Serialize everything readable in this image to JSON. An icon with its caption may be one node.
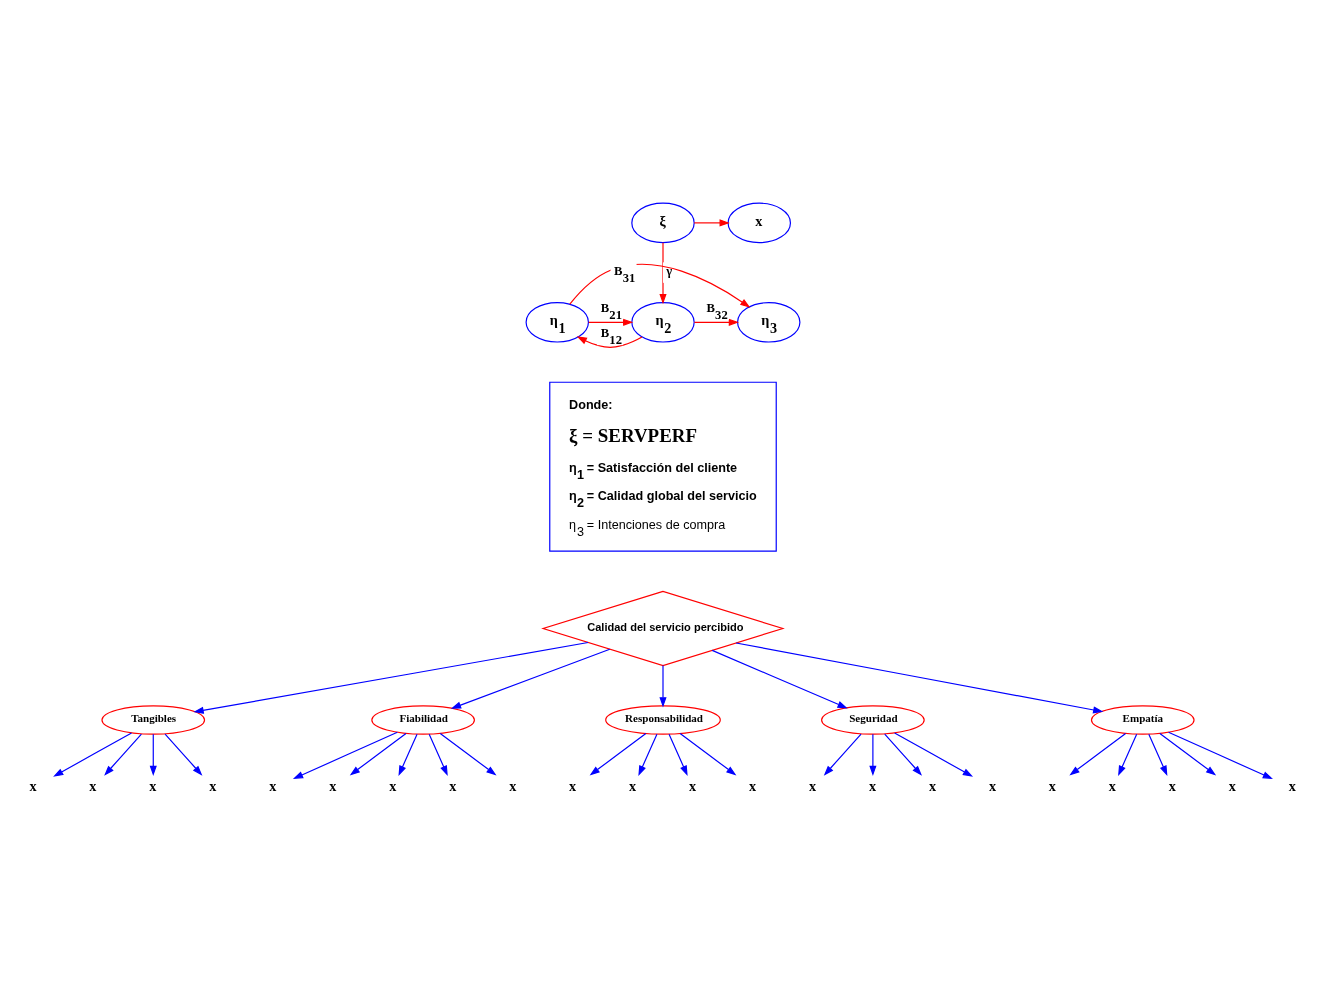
{
  "diagram": {
    "nodes": [
      {
        "text": [
          "ξ"
        ]
      },
      {
        "text": [
          "x"
        ]
      },
      {
        "text": [
          "η$_{1}$"
        ]
      },
      {
        "text": [
          "η$_{2}$"
        ]
      },
      {
        "text": [
          "η$_{3}$"
        ]
      },
      {
        "text": [
          "Donde:",
          "ξ = SERVPERF",
          "η$_{1}$ = Satisfacción del cliente",
          "η$_{2}$ = Calidad global del servicio",
          "η$_{3}$ = Intenciones de compra"
        ]
      },
      {
        "text": [
          "Calidad del servicio percibido"
        ]
      },
      {
        "text": [
          "Tangibles"
        ]
      },
      {
        "text": [
          "Fiabilidad"
        ]
      },
      {
        "text": [
          "Responsabilidad"
        ]
      },
      {
        "text": [
          "Seguridad"
        ]
      },
      {
        "text": [
          "Empatía"
        ]
      },
      {
        "text": [
          "x"
        ]
      },
      {
        "text": [
          "x"
        ]
      },
      {
        "text": [
          "x"
        ]
      },
      {
        "text": [
          "x"
        ]
      },
      {
        "text": [
          "x"
        ]
      },
      {
        "text": [
          "x"
        ]
      },
      {
        "text": [
          "x"
        ]
      },
      {
        "text": [
          "x"
        ]
      },
      {
        "text": [
          "x"
        ]
      },
      {
        "text": [
          "x"
        ]
      },
      {
        "text": [
          "x"
        ]
      },
      {
        "text": [
          "x"
        ]
      },
      {
        "text": [
          "x"
        ]
      },
      {
        "text": [
          "x"
        ]
      },
      {
        "text": [
          "x"
        ]
      },
      {
        "text": [
          "x"
        ]
      },
      {
        "text": [
          "x"
        ]
      },
      {
        "text": [
          "x"
        ]
      },
      {
        "text": [
          "x"
        ]
      },
      {
        "text": [
          "x"
        ]
      },
      {
        "text": [
          "x"
        ]
      },
      {
        "text": [
          "x"
        ]
      }
    ],
    "edges": [
      {
        "from": 0,
        "to": 1,
        "arrow": "to",
        "color": "#ff0000"
      },
      {
        "from": 0,
        "to": 3,
        "arrow": "to",
        "label": "γ",
        "color": "#ff0000"
      },
      {
        "from": 2,
        "to": 4,
        "arrow": "to",
        "label": "B$_{31}$",
        "color": "#ff0000"
      },
      {
        "from": 2,
        "to": 3,
        "arrow": "to",
        "label": "B$_{21}$",
        "color": "#ff0000"
      },
      {
        "from": 3,
        "to": 2,
        "arrow": "to",
        "label": "B$_{12}$",
        "color": "#ff0000"
      },
      {
        "from": 3,
        "to": 4,
        "arrow": "to",
        "label": "B$_{32}$",
        "color": "#ff0000"
      },
      {
        "from": 6,
        "to": 7,
        "arrow": "to"
      },
      {
        "from": 6,
        "to": 8,
        "arrow": "to"
      },
      {
        "from": 6,
        "to": 9,
        "arrow": "to"
      },
      {
        "from": 6,
        "to": 10,
        "arrow": "to"
      },
      {
        "from": 6,
        "to": 11,
        "arrow": "to"
      },
      {
        "from": 7,
        "to": 12,
        "arrow": "to"
      },
      {
        "from": 7,
        "to": 13,
        "arrow": "to"
      },
      {
        "from": 7,
        "to": 14,
        "arrow": "to"
      },
      {
        "from": 7,
        "to": 15,
        "arrow": "to"
      },
      {
        "from": 8,
        "to": 16,
        "arrow": "to"
      },
      {
        "from": 8,
        "to": 17,
        "arrow": "to"
      },
      {
        "from": 8,
        "to": 18,
        "arrow": "to"
      },
      {
        "from": 8,
        "to": 19,
        "arrow": "to"
      },
      {
        "from": 8,
        "to": 20,
        "arrow": "to"
      },
      {
        "from": 9,
        "to": 21,
        "arrow": "to"
      },
      {
        "from": 9,
        "to": 22,
        "arrow": "to"
      },
      {
        "from": 9,
        "to": 23,
        "arrow": "to"
      },
      {
        "from": 9,
        "to": 24,
        "arrow": "to"
      },
      {
        "from": 10,
        "to": 25,
        "arrow": "to"
      },
      {
        "from": 10,
        "to": 26,
        "arrow": "to"
      },
      {
        "from": 10,
        "to": 27,
        "arrow": "to"
      },
      {
        "from": 10,
        "to": 28,
        "arrow": "to"
      },
      {
        "from": 11,
        "to": 29,
        "arrow": "to"
      },
      {
        "from": 11,
        "to": 30,
        "arrow": "to"
      },
      {
        "from": 11,
        "to": 31,
        "arrow": "to"
      },
      {
        "from": 11,
        "to": 32,
        "arrow": "to"
      },
      {
        "from": 11,
        "to": 33,
        "arrow": "to"
      }
    ]
  }
}
